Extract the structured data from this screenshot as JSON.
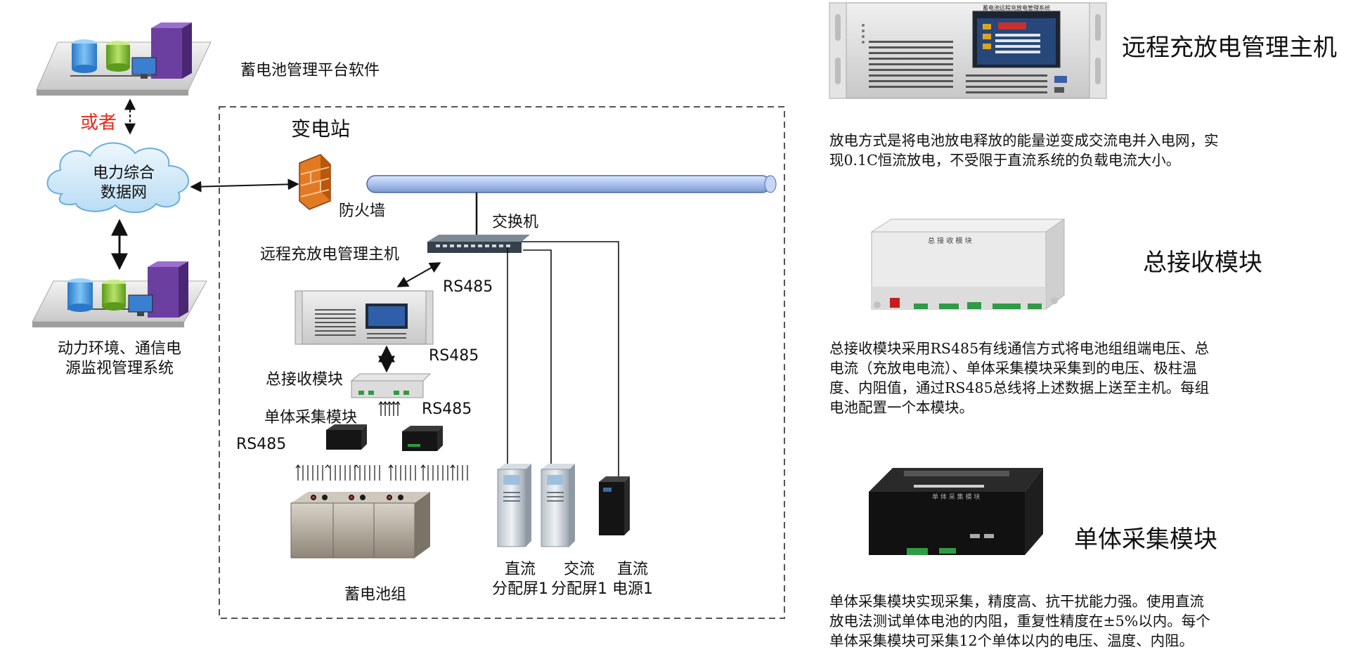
{
  "diagram": {
    "platform_software": "蓄电池管理平台软件",
    "or_label": "或者",
    "cloud_line1": "电力综合",
    "cloud_line2": "数据网",
    "monitor_system_line1": "动力环境、通信电",
    "monitor_system_line2": "源监视管理系统",
    "substation": "变电站",
    "firewall": "防火墙",
    "switch": "交换机",
    "host": "远程充放电管理主机",
    "rs485_a": "RS485",
    "rs485_b": "RS485",
    "rs485_c": "RS485",
    "rs485_d": "RS485",
    "receiver": "总接收模块",
    "collector": "单体采集模块",
    "battery": "蓄电池组",
    "dc_screen_line1": "直流",
    "dc_screen_line2": "分配屏1",
    "ac_screen_line1": "交流",
    "ac_screen_line2": "分配屏1",
    "dc_power_line1": "直流",
    "dc_power_line2": "电源1",
    "host_screen_title": "蓄电池远程充放电管理系统"
  },
  "side": {
    "host_title": "远程充放电管理主机",
    "host_desc": [
      "放电方式是将电池放电释放的能量逆变成交流电并入电网，实",
      "现0.1C恒流放电，不受限于直流系统的负载电流大小。"
    ],
    "receiver_title": "总接收模块",
    "receiver_device_label": "总 接 收 模 块",
    "receiver_desc": [
      "总接收模块采用RS485有线通信方式将电池组组端电压、总",
      "电流（充放电电流）、单体采集模块采集到的电压、极柱温",
      "度、内阻值，通过RS485总线将上述数据上送至主机。每组",
      "电池配置一个本模块。"
    ],
    "collector_title": "单体采集模块",
    "collector_device_label": "单 体 采 集 模 块",
    "collector_desc": [
      "单体采集模块实现采集，精度高、抗干扰能力强。使用直流",
      "放电法测试单体电池的内阻，重复性精度在±5%以内。每个",
      "单体采集模块可采集12个单体以内的电压、温度、内阻。"
    ]
  },
  "colors": {
    "accent_red": "#e8281e",
    "pipe_blue": "#b4c8f0",
    "cloud_blue": "#cfe6f8",
    "server_purple": "#6b3fa0"
  }
}
